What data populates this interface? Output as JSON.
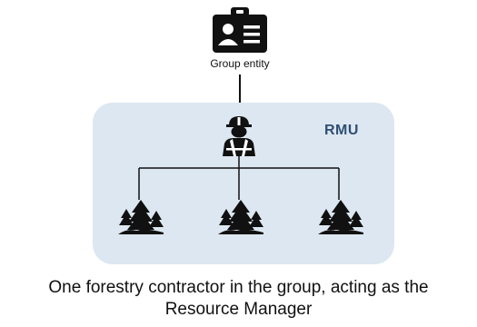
{
  "group_entity": {
    "label": "Group entity",
    "icon": "id-badge-icon"
  },
  "rmu": {
    "label": "RMU",
    "background": "#dce7f1",
    "label_color": "#2f4f73"
  },
  "manager": {
    "icon": "worker-hardhat-icon"
  },
  "forests": [
    {
      "icon": "forest-icon"
    },
    {
      "icon": "forest-icon"
    },
    {
      "icon": "forest-icon"
    }
  ],
  "caption": {
    "line1": "One forestry contractor in the group, acting as the",
    "line2": "Resource Manager"
  }
}
